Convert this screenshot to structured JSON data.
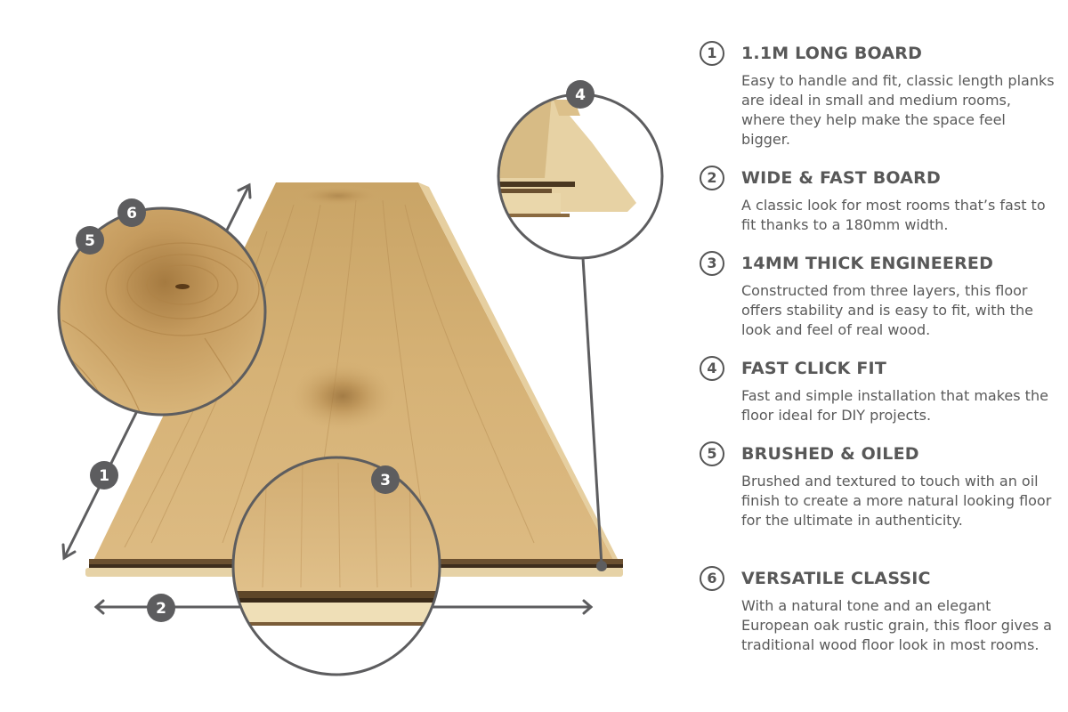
{
  "colors": {
    "background": "#ffffff",
    "accent_gray": "#5a5a5a",
    "badge_fill": "#5d5d5f",
    "wood_light": "#d9b57c",
    "wood_mid": "#c99f63",
    "wood_dark": "#9b7440",
    "core_ply": "#e8d7a8"
  },
  "illustration": {
    "badges": [
      {
        "id": "1",
        "label": "1"
      },
      {
        "id": "2",
        "label": "2"
      },
      {
        "id": "3",
        "label": "3"
      },
      {
        "id": "4",
        "label": "4"
      },
      {
        "id": "5",
        "label": "5"
      },
      {
        "id": "6",
        "label": "6"
      }
    ]
  },
  "features": [
    {
      "number": "1",
      "title": "1.1M LONG BOARD",
      "description": "Easy to handle and fit, classic length planks are ideal in small and medium rooms, where they help make the space feel bigger."
    },
    {
      "number": "2",
      "title": "WIDE & FAST BOARD",
      "description": "A classic look for most rooms that’s fast to fit thanks to a 180mm width."
    },
    {
      "number": "3",
      "title": "14MM THICK ENGINEERED",
      "description": "Constructed from three layers, this floor offers stability and is easy to fit, with the look and feel of real wood."
    },
    {
      "number": "4",
      "title": "FAST CLICK FIT",
      "description": "Fast and simple installation that makes the floor ideal for DIY projects."
    },
    {
      "number": "5",
      "title": "BRUSHED & OILED",
      "description": "Brushed and textured to touch with an oil finish to create a more natural looking floor for the ultimate in authenticity."
    },
    {
      "number": "6",
      "title": "VERSATILE CLASSIC",
      "description": "With a natural tone and an elegant European oak rustic grain, this floor gives a traditional wood floor look in most rooms."
    }
  ]
}
